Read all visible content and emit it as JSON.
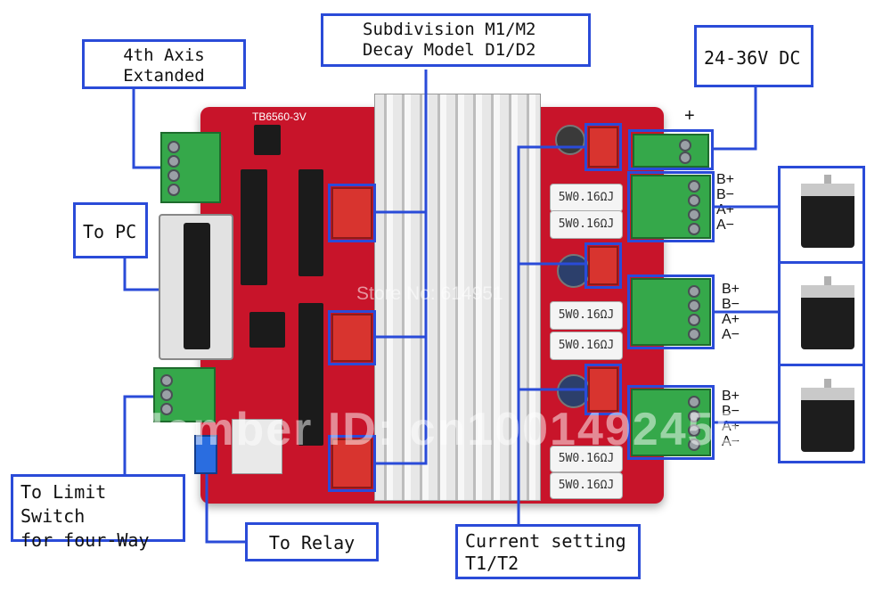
{
  "callouts": {
    "fourth_axis": [
      "4th Axis",
      "Extanded"
    ],
    "subdivision": [
      "Subdivision M1/M2",
      "Decay Model D1/D2"
    ],
    "power": "24-36V DC",
    "to_pc": "To PC",
    "limit_switch": [
      "To Limit Switch",
      "for four-Way"
    ],
    "relay": "To Relay",
    "current": [
      "Current setting",
      "T1/T2"
    ]
  },
  "power_polarity": "+",
  "motor_pins": [
    [
      "B+",
      "B−",
      "A+",
      "A−"
    ],
    [
      "B+",
      "B−",
      "A+",
      "A−"
    ],
    [
      "B+",
      "B−",
      "A+",
      "A−"
    ]
  ],
  "board_texts": {
    "board_label": "TB6560-3V",
    "resistor_label": "5W0.16ΩJ"
  },
  "watermarks": {
    "store": "Store No: 614951",
    "member": "Member ID: cn1001492455"
  }
}
